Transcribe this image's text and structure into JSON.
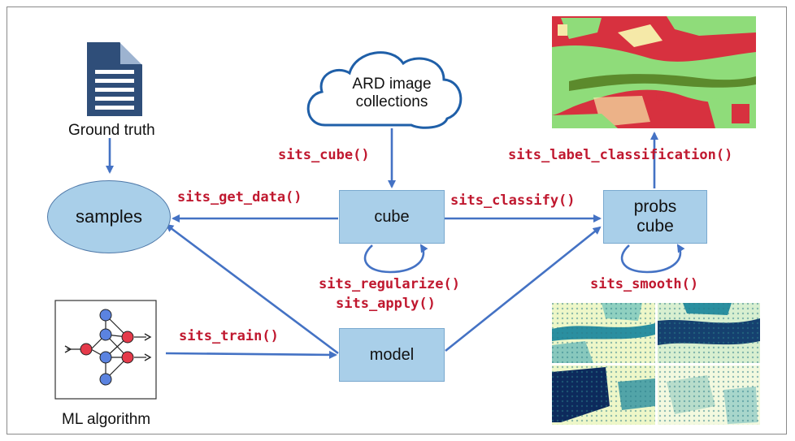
{
  "nodes": {
    "ground_truth": "Ground truth",
    "samples": "samples",
    "ard": "ARD image collections",
    "ard_line1": "ARD image",
    "ard_line2": "collections",
    "cube": "cube",
    "probs_line1": "probs",
    "probs_line2": "cube",
    "model": "model",
    "ml_algorithm": "ML algorithm"
  },
  "functions": {
    "cube": "sits_cube()",
    "get_data": "sits_get_data()",
    "classify": "sits_classify()",
    "label_classification": "sits_label_classification()",
    "regularize": "sits_regularize()",
    "apply": "sits_apply()",
    "smooth": "sits_smooth()",
    "train": "sits_train()"
  },
  "colors": {
    "box_fill": "#a9cfe9",
    "arrow": "#4472c4",
    "function_text": "#c0182f",
    "document_icon": "#2f4e79"
  },
  "icons": {
    "ground_truth": "document-icon",
    "ard": "cloud-icon",
    "ml_algorithm": "neural-network-icon",
    "classified_map": "classified-map-image",
    "probability_maps": "probability-maps-image"
  }
}
